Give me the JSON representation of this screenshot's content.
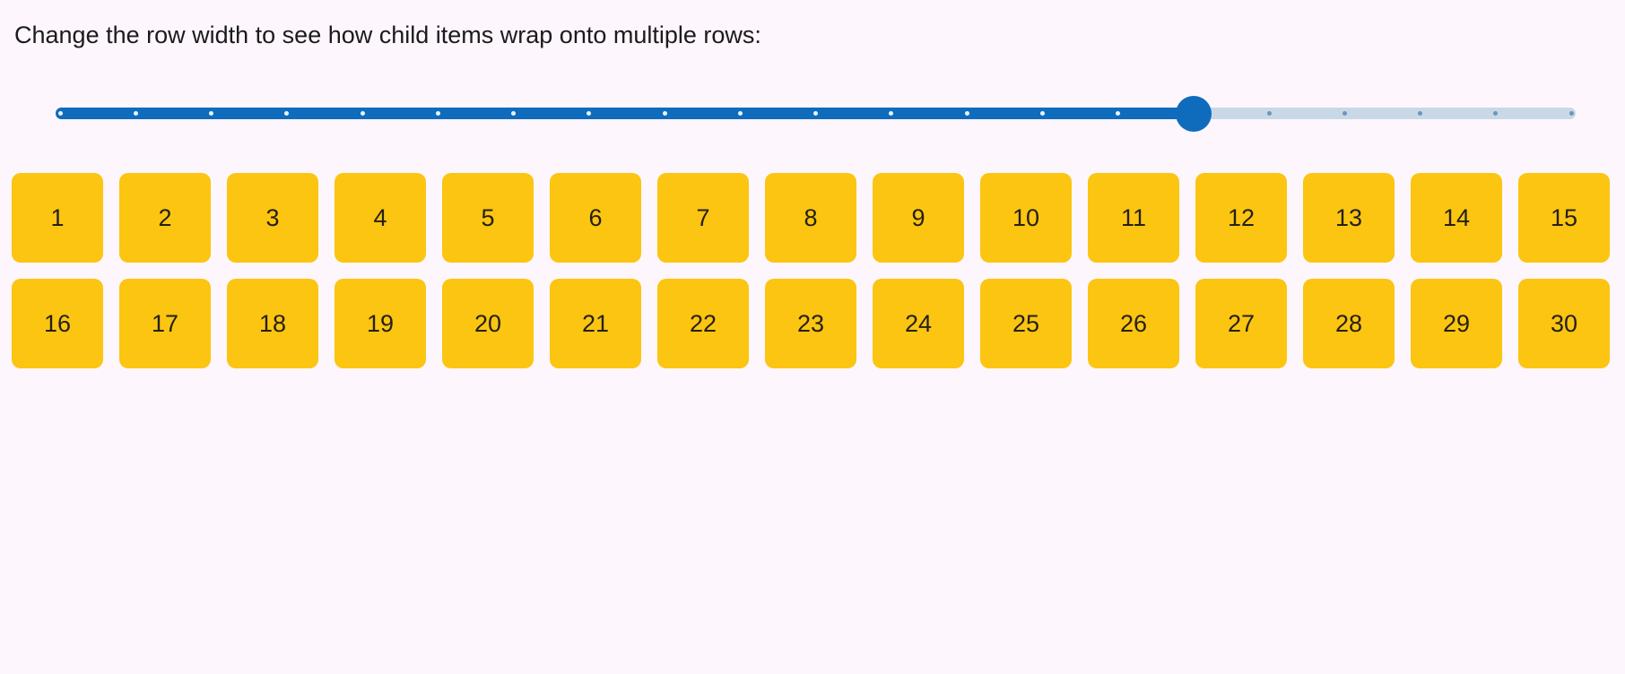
{
  "page": {
    "title": "Change the row width to see how child items wrap onto multiple rows:"
  },
  "colors": {
    "background": "#FDF6FD",
    "title_text": "#1B1B1B",
    "accent_blue": "#0F6CBD",
    "rail_blue_gray": "#C9D8E6",
    "tick_on_fill": "#EAF2F9",
    "tick_on_rail": "#6E95BB",
    "item_yellow": "#FBC511",
    "item_text": "#252017"
  },
  "slider": {
    "label": "row-width",
    "tick_count": 21,
    "value_index": 15,
    "value_percent": 75
  },
  "grid": {
    "items_per_row": 15,
    "items": [
      "1",
      "2",
      "3",
      "4",
      "5",
      "6",
      "7",
      "8",
      "9",
      "10",
      "11",
      "12",
      "13",
      "14",
      "15",
      "16",
      "17",
      "18",
      "19",
      "20",
      "21",
      "22",
      "23",
      "24",
      "25",
      "26",
      "27",
      "28",
      "29",
      "30"
    ]
  }
}
